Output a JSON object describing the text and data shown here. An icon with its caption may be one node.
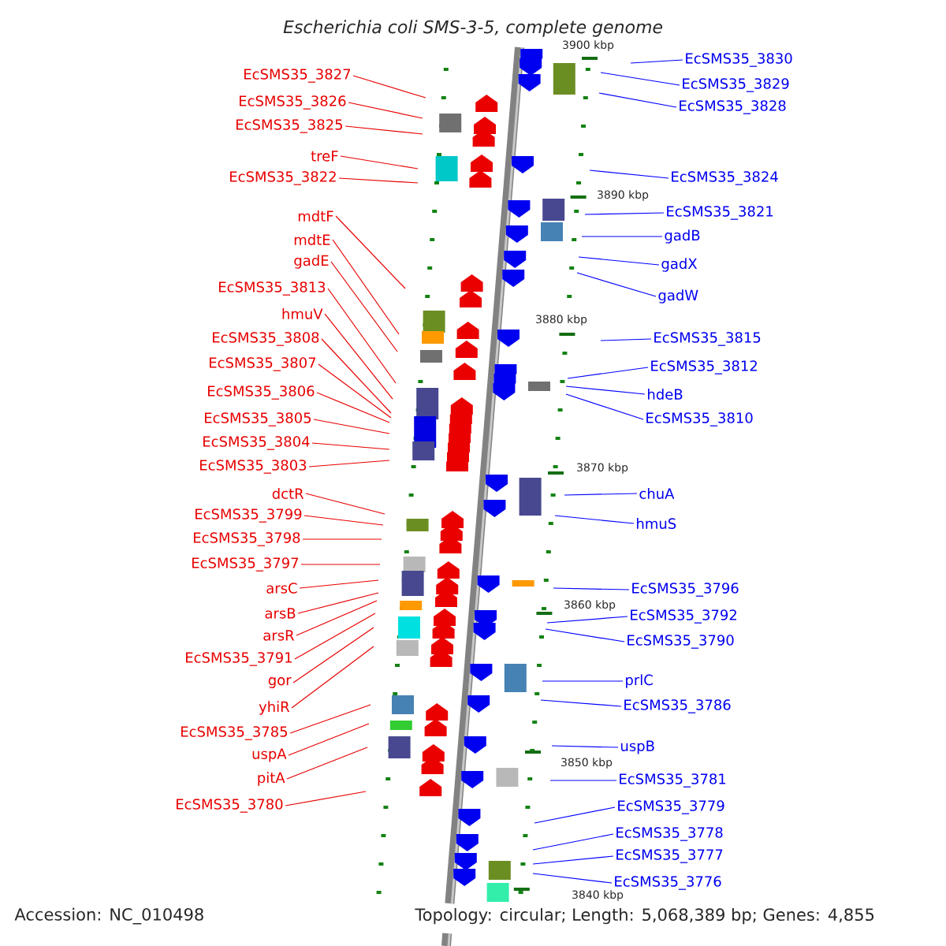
{
  "diagram": {
    "title": "Escherichia coli SMS-3-5, complete genome",
    "nodes": [
      {
        "text": [
          "EcSMS35_3827"
        ]
      },
      {
        "text": [
          "EcSMS35_3826"
        ]
      },
      {
        "text": [
          "EcSMS35_3825"
        ]
      },
      {
        "text": [
          "treF"
        ]
      },
      {
        "text": [
          "EcSMS35_3822"
        ]
      },
      {
        "text": [
          "mdtF"
        ]
      },
      {
        "text": [
          "mdtE"
        ]
      },
      {
        "text": [
          "gadE"
        ]
      },
      {
        "text": [
          "EcSMS35_3813"
        ]
      },
      {
        "text": [
          "hmuV"
        ]
      },
      {
        "text": [
          "EcSMS35_3808"
        ]
      },
      {
        "text": [
          "EcSMS35_3807"
        ]
      },
      {
        "text": [
          "EcSMS35_3806"
        ]
      },
      {
        "text": [
          "EcSMS35_3805"
        ]
      },
      {
        "text": [
          "EcSMS35_3804"
        ]
      },
      {
        "text": [
          "EcSMS35_3803"
        ]
      },
      {
        "text": [
          "dctR"
        ]
      },
      {
        "text": [
          "EcSMS35_3799"
        ]
      },
      {
        "text": [
          "EcSMS35_3798"
        ]
      },
      {
        "text": [
          "EcSMS35_3797"
        ]
      },
      {
        "text": [
          "arsC"
        ]
      },
      {
        "text": [
          "arsB"
        ]
      },
      {
        "text": [
          "arsR"
        ]
      },
      {
        "text": [
          "EcSMS35_3791"
        ]
      },
      {
        "text": [
          "gor"
        ]
      },
      {
        "text": [
          "yhiR"
        ]
      },
      {
        "text": [
          "EcSMS35_3785"
        ]
      },
      {
        "text": [
          "uspA"
        ]
      },
      {
        "text": [
          "pitA"
        ]
      },
      {
        "text": [
          "EcSMS35_3780"
        ]
      },
      {
        "text": [
          "EcSMS35_3830"
        ]
      },
      {
        "text": [
          "EcSMS35_3829"
        ]
      },
      {
        "text": [
          "EcSMS35_3828"
        ]
      },
      {
        "text": [
          "EcSMS35_3824"
        ]
      },
      {
        "text": [
          "EcSMS35_3821"
        ]
      },
      {
        "text": [
          "gadB"
        ]
      },
      {
        "text": [
          "gadX"
        ]
      },
      {
        "text": [
          "gadW"
        ]
      },
      {
        "text": [
          "EcSMS35_3815"
        ]
      },
      {
        "text": [
          "EcSMS35_3812"
        ]
      },
      {
        "text": [
          "hdeB"
        ]
      },
      {
        "text": [
          "EcSMS35_3810"
        ]
      },
      {
        "text": [
          "chuA"
        ]
      },
      {
        "text": [
          "hmuS"
        ]
      },
      {
        "text": [
          "EcSMS35_3796"
        ]
      },
      {
        "text": [
          "EcSMS35_3792"
        ]
      },
      {
        "text": [
          "EcSMS35_3790"
        ]
      },
      {
        "text": [
          "prlC"
        ]
      },
      {
        "text": [
          "EcSMS35_3786"
        ]
      },
      {
        "text": [
          "uspB"
        ]
      },
      {
        "text": [
          "EcSMS35_3781"
        ]
      },
      {
        "text": [
          "EcSMS35_3779"
        ]
      },
      {
        "text": [
          "EcSMS35_3778"
        ]
      },
      {
        "text": [
          "EcSMS35_3777"
        ]
      },
      {
        "text": [
          "EcSMS35_3776"
        ]
      }
    ],
    "edges": [
      {
        "from": 0,
        "to": null,
        "arrow": "none"
      },
      {
        "from": 1,
        "to": null,
        "arrow": "none"
      },
      {
        "from": 2,
        "to": null,
        "arrow": "none"
      },
      {
        "from": 3,
        "to": null,
        "arrow": "none"
      },
      {
        "from": 4,
        "to": null,
        "arrow": "none"
      },
      {
        "from": 5,
        "to": null,
        "arrow": "none"
      },
      {
        "from": 6,
        "to": null,
        "arrow": "none"
      },
      {
        "from": 7,
        "to": null,
        "arrow": "none"
      },
      {
        "from": 8,
        "to": null,
        "arrow": "none"
      },
      {
        "from": 9,
        "to": null,
        "arrow": "none"
      },
      {
        "from": 10,
        "to": null,
        "arrow": "none"
      },
      {
        "from": 11,
        "to": null,
        "arrow": "none"
      },
      {
        "from": 12,
        "to": null,
        "arrow": "none"
      },
      {
        "from": 13,
        "to": null,
        "arrow": "none"
      },
      {
        "from": 14,
        "to": null,
        "arrow": "none"
      },
      {
        "from": 15,
        "to": null,
        "arrow": "none"
      },
      {
        "from": 16,
        "to": null,
        "arrow": "none"
      },
      {
        "from": 17,
        "to": null,
        "arrow": "none"
      },
      {
        "from": 18,
        "to": null,
        "arrow": "none"
      },
      {
        "from": 19,
        "to": null,
        "arrow": "none"
      },
      {
        "from": 20,
        "to": null,
        "arrow": "none"
      },
      {
        "from": 21,
        "to": null,
        "arrow": "none"
      },
      {
        "from": 22,
        "to": null,
        "arrow": "none"
      },
      {
        "from": 23,
        "to": null,
        "arrow": "none"
      },
      {
        "from": 24,
        "to": null,
        "arrow": "none"
      },
      {
        "from": 25,
        "to": null,
        "arrow": "none"
      },
      {
        "from": 26,
        "to": null,
        "arrow": "none"
      },
      {
        "from": 27,
        "to": null,
        "arrow": "none"
      },
      {
        "from": 28,
        "to": null,
        "arrow": "none"
      },
      {
        "from": 29,
        "to": null,
        "arrow": "none"
      },
      {
        "from": 30,
        "to": null,
        "arrow": "none",
        "color": "#0000ff"
      },
      {
        "from": 31,
        "to": null,
        "arrow": "none",
        "color": "#0000ff"
      },
      {
        "from": 32,
        "to": null,
        "arrow": "none",
        "color": "#0000ff"
      },
      {
        "from": 33,
        "to": null,
        "arrow": "none",
        "color": "#0000ff"
      },
      {
        "from": 34,
        "to": null,
        "arrow": "none",
        "color": "#0000ff"
      },
      {
        "from": 35,
        "to": null,
        "arrow": "none",
        "color": "#0000ff"
      },
      {
        "from": 36,
        "to": null,
        "arrow": "none",
        "color": "#0000ff"
      },
      {
        "from": 37,
        "to": null,
        "arrow": "none",
        "color": "#0000ff"
      },
      {
        "from": 38,
        "to": null,
        "arrow": "none",
        "color": "#0000ff"
      },
      {
        "from": 39,
        "to": null,
        "arrow": "none",
        "color": "#0000ff"
      },
      {
        "from": 40,
        "to": null,
        "arrow": "none",
        "color": "#0000ff"
      },
      {
        "from": 41,
        "to": null,
        "arrow": "none",
        "color": "#0000ff"
      },
      {
        "from": 42,
        "to": null,
        "arrow": "none",
        "color": "#0000ff"
      },
      {
        "from": 43,
        "to": null,
        "arrow": "none",
        "color": "#0000ff"
      },
      {
        "from": 44,
        "to": null,
        "arrow": "none",
        "color": "#0000ff"
      },
      {
        "from": 45,
        "to": null,
        "arrow": "none",
        "color": "#0000ff"
      },
      {
        "from": 46,
        "to": null,
        "arrow": "none",
        "color": "#0000ff"
      },
      {
        "from": 47,
        "to": null,
        "arrow": "none",
        "color": "#0000ff"
      },
      {
        "from": 48,
        "to": null,
        "arrow": "none",
        "color": "#0000ff"
      },
      {
        "from": 49,
        "to": null,
        "arrow": "none",
        "color": "#0000ff"
      },
      {
        "from": 50,
        "to": null,
        "arrow": "none",
        "color": "#0000ff"
      },
      {
        "from": 51,
        "to": null,
        "arrow": "none",
        "color": "#0000ff"
      },
      {
        "from": 52,
        "to": null,
        "arrow": "none",
        "color": "#0000ff"
      },
      {
        "from": 53,
        "to": null,
        "arrow": "none",
        "color": "#0000ff"
      },
      {
        "from": 54,
        "to": null,
        "arrow": "none",
        "color": "#0000ff"
      }
    ],
    "labels": [
      "3900 kbp",
      "3890 kbp",
      "3880 kbp",
      "3870 kbp",
      "3860 kbp",
      "3850 kbp",
      "3840 kbp",
      "Accession: NC_010498",
      "Topology: circular; Length: 5,068,389 bp; Genes: 4,855"
    ]
  }
}
